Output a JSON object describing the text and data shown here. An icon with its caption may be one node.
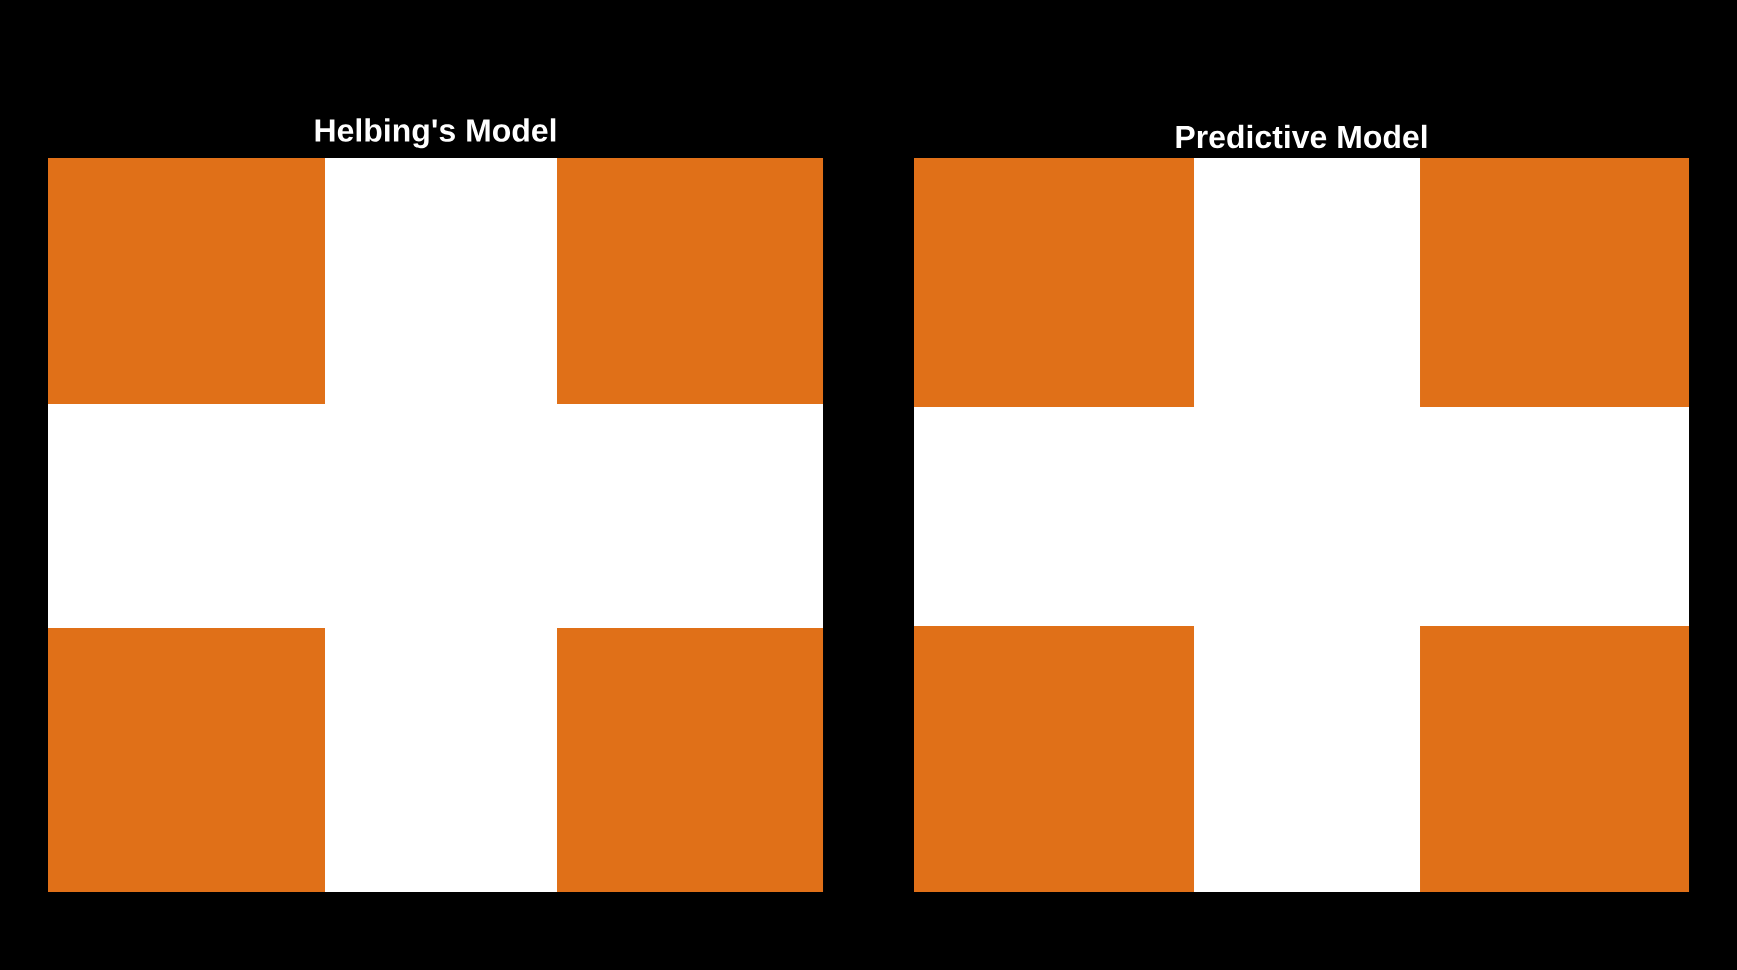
{
  "diagram": {
    "nodes": [
      {
        "text": [
          "Helbing's Model"
        ]
      },
      {
        "text": [],
        "shape": "box",
        "in": 0
      },
      {
        "text": [],
        "shape": "box",
        "in": 0
      },
      {
        "text": [],
        "shape": "box",
        "in": 0
      },
      {
        "text": [],
        "shape": "box",
        "in": 0
      },
      {
        "text": [
          "Predictive Model"
        ]
      },
      {
        "text": [],
        "shape": "box",
        "in": 5
      },
      {
        "text": [],
        "shape": "box",
        "in": 5
      },
      {
        "text": [],
        "shape": "box",
        "in": 5
      },
      {
        "text": [],
        "shape": "box",
        "in": 5
      }
    ]
  }
}
